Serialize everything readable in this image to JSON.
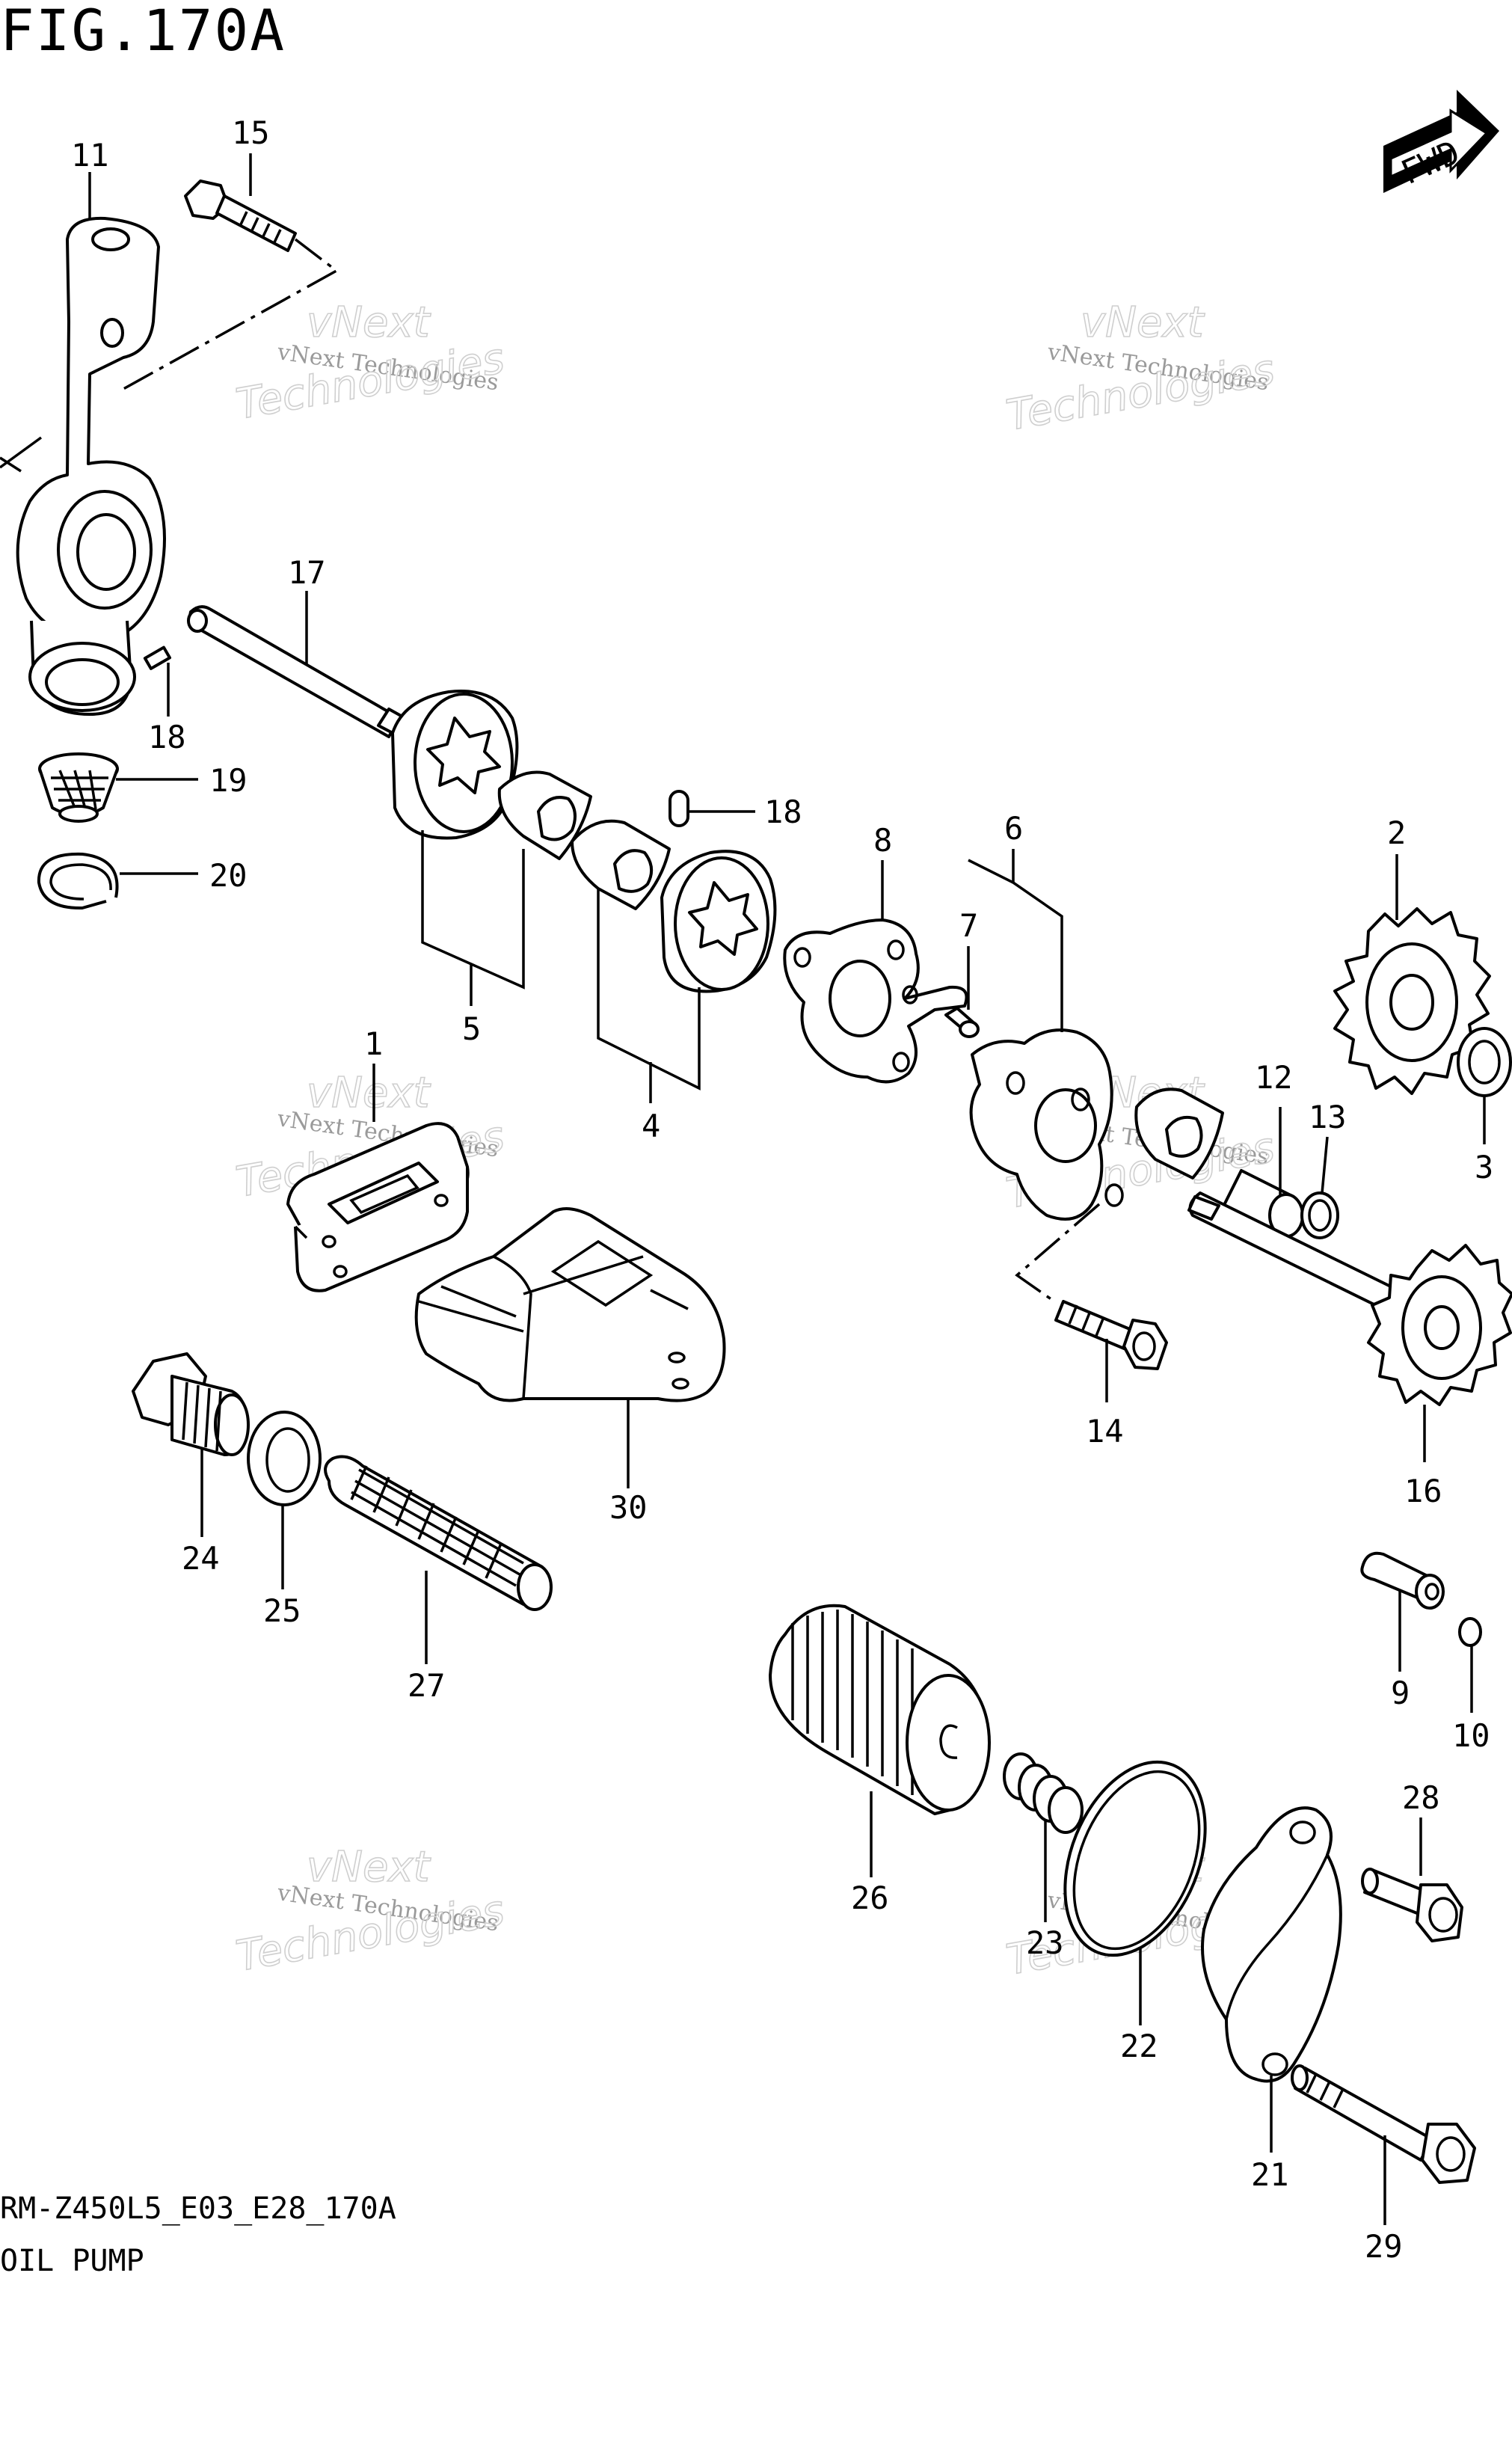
{
  "figure": {
    "title": "FIG.170A",
    "model_code": "RM-Z450L5_E03_E28_170A",
    "name": "OIL PUMP"
  },
  "badge": {
    "label": "FWD"
  },
  "watermark": {
    "line1": "vNext Technologies",
    "line2": "vNext",
    "line3": "Technologies"
  },
  "callouts": [
    {
      "id": "c1",
      "text": "1"
    },
    {
      "id": "c2",
      "text": "2"
    },
    {
      "id": "c3",
      "text": "3"
    },
    {
      "id": "c4",
      "text": "4"
    },
    {
      "id": "c5",
      "text": "5"
    },
    {
      "id": "c6",
      "text": "6"
    },
    {
      "id": "c7",
      "text": "7"
    },
    {
      "id": "c8",
      "text": "8"
    },
    {
      "id": "c9",
      "text": "9"
    },
    {
      "id": "c10",
      "text": "10"
    },
    {
      "id": "c11",
      "text": "11"
    },
    {
      "id": "c12",
      "text": "12"
    },
    {
      "id": "c13",
      "text": "13"
    },
    {
      "id": "c14",
      "text": "14"
    },
    {
      "id": "c15",
      "text": "15"
    },
    {
      "id": "c16",
      "text": "16"
    },
    {
      "id": "c17",
      "text": "17"
    },
    {
      "id": "c18a",
      "text": "18"
    },
    {
      "id": "c18b",
      "text": "18"
    },
    {
      "id": "c19",
      "text": "19"
    },
    {
      "id": "c20",
      "text": "20"
    },
    {
      "id": "c21",
      "text": "21"
    },
    {
      "id": "c22",
      "text": "22"
    },
    {
      "id": "c23",
      "text": "23"
    },
    {
      "id": "c24",
      "text": "24"
    },
    {
      "id": "c25",
      "text": "25"
    },
    {
      "id": "c26",
      "text": "26"
    },
    {
      "id": "c27",
      "text": "27"
    },
    {
      "id": "c28",
      "text": "28"
    },
    {
      "id": "c29",
      "text": "29"
    },
    {
      "id": "c30",
      "text": "30"
    }
  ]
}
